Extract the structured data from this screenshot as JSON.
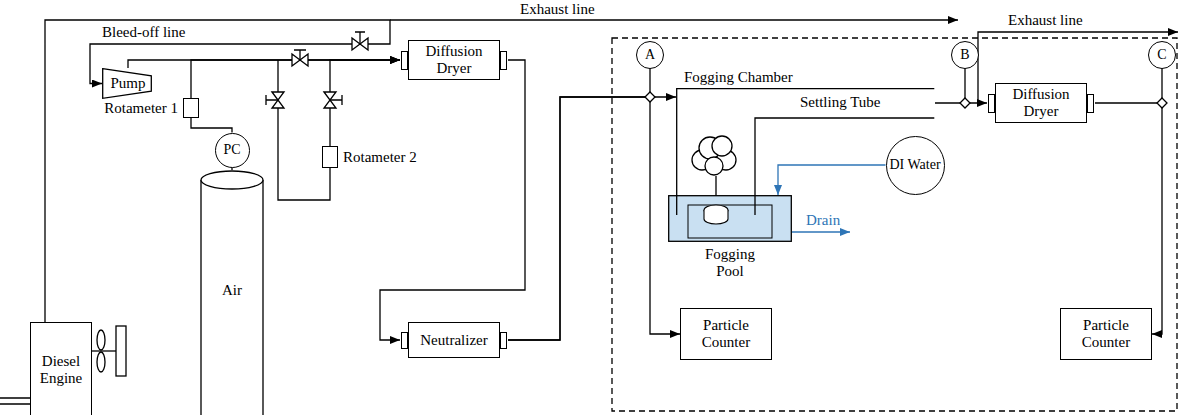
{
  "diagram": {
    "nodes": [
      {
        "text": [
          "Diesel Engine"
        ]
      },
      {
        "text": [
          "Pump"
        ]
      },
      {
        "text": [
          "Rotameter 1"
        ]
      },
      {
        "text": [
          "PC"
        ]
      },
      {
        "text": [
          "Air"
        ]
      },
      {
        "text": [
          "Diffusion Dryer"
        ]
      },
      {
        "text": [
          "Rotameter 2"
        ]
      },
      {
        "text": [
          "Neutralizer"
        ]
      },
      {
        "text": [
          "A"
        ]
      },
      {
        "text": [
          "Fogging Chamber"
        ]
      },
      {
        "text": [
          "Fogging Pool"
        ]
      },
      {
        "text": [
          "DI Water"
        ]
      },
      {
        "text": [
          "Particle Counter"
        ]
      },
      {
        "text": [
          "B"
        ]
      },
      {
        "text": [
          "Diffusion Dryer"
        ]
      },
      {
        "text": [
          "C"
        ]
      },
      {
        "text": [
          "Particle Counter"
        ]
      }
    ],
    "edges": [
      {
        "from": 0,
        "to": 1,
        "arrow": "to"
      },
      {
        "from": 4,
        "to": 3,
        "arrow": "none"
      },
      {
        "from": 3,
        "to": 2,
        "arrow": "none"
      },
      {
        "from": 1,
        "to": 5,
        "arrow": "to"
      },
      {
        "from": 2,
        "to": 5,
        "arrow": "to"
      },
      {
        "from": 6,
        "to": 5,
        "arrow": "to"
      },
      {
        "from": 5,
        "to": 7,
        "arrow": "to"
      },
      {
        "from": 7,
        "to": 9,
        "arrow": "to"
      },
      {
        "from": 7,
        "to": 12,
        "arrow": "to"
      },
      {
        "from": 9,
        "to": 14,
        "arrow": "to"
      },
      {
        "from": 14,
        "to": 16,
        "arrow": "to"
      },
      {
        "from": 11,
        "to": 10,
        "arrow": "to"
      }
    ],
    "labels": [
      "Exhaust line",
      "Bleed-off line",
      "Settling Tube",
      "Drain",
      "Exhaust line"
    ]
  }
}
